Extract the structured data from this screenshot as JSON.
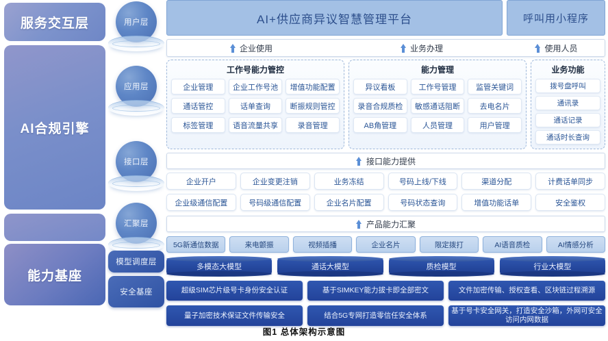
{
  "rails": [
    {
      "label": "服务交互层"
    },
    {
      "label": "AI合规引擎"
    },
    {
      "label": ""
    },
    {
      "label": "能力基座"
    }
  ],
  "layers": [
    {
      "label": "用户层",
      "shape": "orb"
    },
    {
      "label": "应用层",
      "shape": "orb"
    },
    {
      "label": "接口层",
      "shape": "orb"
    },
    {
      "label": "汇聚层",
      "shape": "orb"
    },
    {
      "label": "模型调度层",
      "shape": "rect"
    },
    {
      "label": "安全基座",
      "shape": "rect"
    }
  ],
  "top": {
    "platform_title": "AI+供应商异议智慧管理平台",
    "miniapp_title": "呼叫用小程序"
  },
  "flow_labels": [
    {
      "label": "企业使用"
    },
    {
      "label": "业务办理"
    },
    {
      "label": "使用人员"
    }
  ],
  "groups": [
    {
      "title": "工作号能力管控",
      "items": [
        "企业管理",
        "企业工作号池",
        "增值功能配置",
        "通话管控",
        "话单查询",
        "断振规则管控",
        "标签管理",
        "语音流量共享",
        "录音管理"
      ]
    },
    {
      "title": "能力管理",
      "items": [
        "异议看板",
        "工作号管理",
        "监管关键词",
        "录音合规质检",
        "敏感通话阻断",
        "去电名片",
        "AB角管理",
        "人员管理",
        "用户管理"
      ]
    },
    {
      "title": "业务功能",
      "items": [
        "拨号盘呼叫",
        "通讯录",
        "通话记录",
        "通话时长查询"
      ]
    }
  ],
  "interface": {
    "bar_label": "接口能力提供",
    "items": [
      "企业开户",
      "企业变更注销",
      "业务冻结",
      "号码上线/下线",
      "渠道分配",
      "计费话单同步",
      "企业级通信配置",
      "号码级通信配置",
      "企业名片配置",
      "号码状态查询",
      "增值功能话单",
      "安全鉴权"
    ]
  },
  "aggregation": {
    "bar_label": "产品能力汇聚",
    "items": [
      "5G新通信数据",
      "来电颤振",
      "视频插播",
      "企业名片",
      "限定拨打",
      "AI语音质检",
      "AI情感分析"
    ]
  },
  "models": {
    "items": [
      "多模态大模型",
      "通话大模型",
      "质检模型",
      "行业大模型"
    ]
  },
  "security": {
    "items": [
      "超级SIM芯片级号卡身份安全认证",
      "基于SIMKEY能力拔卡即全部密文",
      "文件加密传输、授权查看、区块链过程溯源",
      "量子加密技术保证文件传输安全",
      "结合5G专网打造零信任安全体系",
      "基于号卡安全网关，打造安全沙箱，外网可安全访问内网数据"
    ]
  },
  "caption": "图1    总体架构示意图",
  "colors": {
    "banner": "#a3c0e5",
    "orb": "#5b85c4",
    "model": "#23439a",
    "pill": "#b9d0ec",
    "cell_text": "#2a5596"
  }
}
